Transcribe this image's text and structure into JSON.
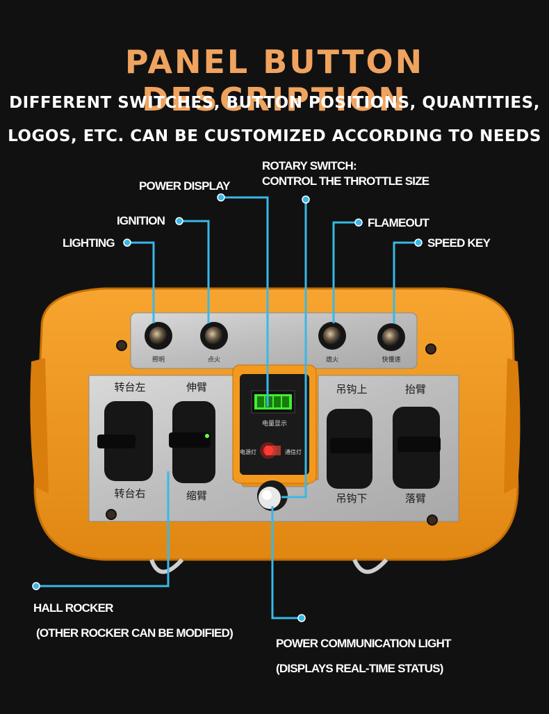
{
  "header": {
    "title": "PANEL BUTTON DESCRIPTION",
    "subtitle_line1": "DIFFERENT SWITCHES, BUTTON POSITIONS, QUANTITIES,",
    "subtitle_line2": "LOGOS, ETC. CAN BE CUSTOMIZED ACCORDING TO NEEDS"
  },
  "callouts": {
    "rotary_switch_line1": "ROTARY SWITCH:",
    "rotary_switch_line2": "CONTROL THE THROTTLE SIZE",
    "power_display": "POWER DISPLAY",
    "ignition": "IGNITION",
    "lighting": "LIGHTING",
    "flameout": "FLAMEOUT",
    "speed_key": "SPEED KEY",
    "hall_rocker_line1": "HALL ROCKER",
    "hall_rocker_line2": "(OTHER ROCKER CAN BE MODIFIED)",
    "power_comm_line1": "POWER COMMUNICATION LIGHT",
    "power_comm_line2": "(DISPLAYS REAL-TIME STATUS)"
  },
  "device": {
    "switch_labels": [
      "照明",
      "点火",
      "熄火",
      "快慢速"
    ],
    "rocker_top_labels": [
      "转台左",
      "伸臂",
      "吊钩上",
      "抬臂"
    ],
    "rocker_bottom_labels": [
      "转台右",
      "缩臂",
      "吊钩下",
      "落臂"
    ],
    "display_label": "电量显示",
    "power_light_label": "电源灯",
    "comm_light_label": "通信灯"
  },
  "colors": {
    "title": "#f0a35e",
    "callout_line": "#39b8e8",
    "housing": "#f39a1e"
  }
}
